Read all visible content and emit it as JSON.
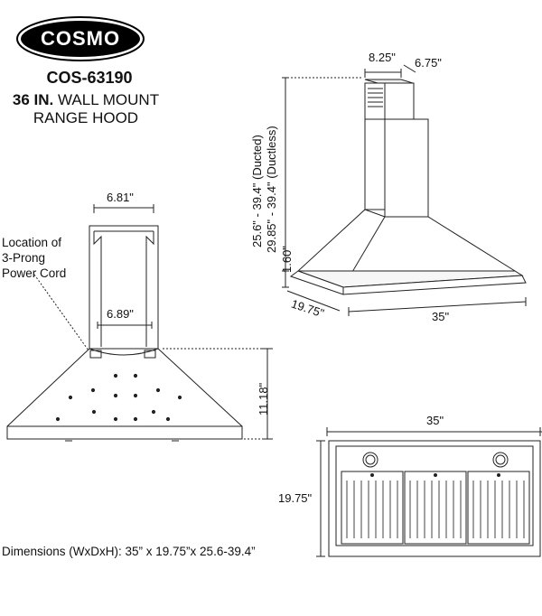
{
  "brand": {
    "name": "COSMO"
  },
  "product": {
    "model": "COS-63190",
    "size": "36 IN.",
    "type_line1": "WALL MOUNT",
    "type_line2": "RANGE HOOD"
  },
  "side_view": {
    "chimney_width": "8.25\"",
    "chimney_depth": "6.75\"",
    "height_ducted": "25.6\" - 39.4\" (Ducted)",
    "height_ductless": "29.85\" - 39.4\" (Ductless)",
    "base_height": "1.60\"",
    "depth": "19.75\"",
    "width": "35\""
  },
  "front_view": {
    "top_width": "6.81\"",
    "bottom_width": "6.89\"",
    "canopy_height": "11.18\"",
    "note_lines": [
      "Location of",
      "3-Prong",
      "Power Cord"
    ]
  },
  "bottom_view": {
    "width": "35\"",
    "depth": "19.75\""
  },
  "footer": {
    "dimensions": "Dimensions (WxDxH): 35” x 19.75”x 25.6-39.4”"
  }
}
